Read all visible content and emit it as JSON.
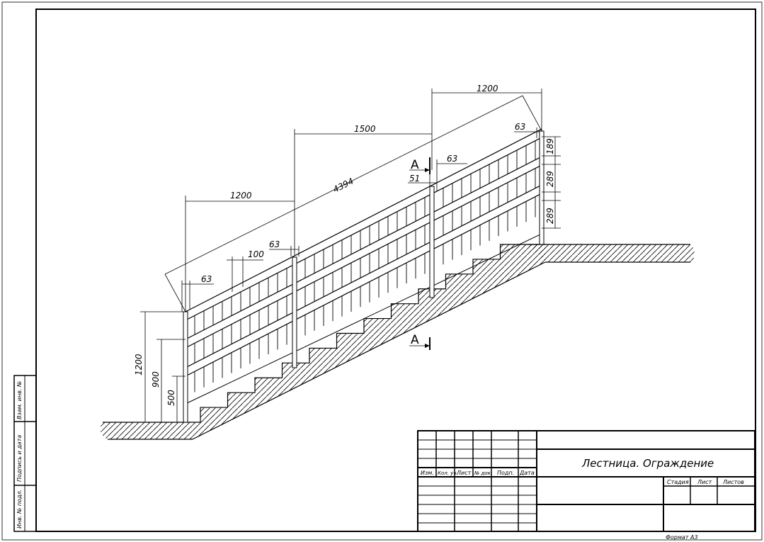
{
  "title_block": {
    "title": "Лестница. Ограждение",
    "columns": [
      "Изм.",
      "Кол. уч.",
      "Лист",
      "№ док.",
      "Подп.",
      "Дата"
    ],
    "stage_labels": [
      "Стадия",
      "Лист",
      "Листов"
    ],
    "format": "Формат А3"
  },
  "side_stamp": [
    "Взам. инв. №",
    "Подпись и дата",
    "Инв. № подл."
  ],
  "dimensions": {
    "seg1": "1200",
    "seg2": "1500",
    "seg3": "1200",
    "diag": "4394",
    "post_left": "63",
    "post_mid1": "63",
    "post_mid2": "63",
    "post_right": "63",
    "baluster_pitch": "100",
    "baluster_51": "51",
    "h_total": "1200",
    "h_900": "900",
    "h_500": "500",
    "r_189": "189",
    "r_289a": "289",
    "r_289b": "289"
  },
  "section": {
    "label": "А"
  }
}
